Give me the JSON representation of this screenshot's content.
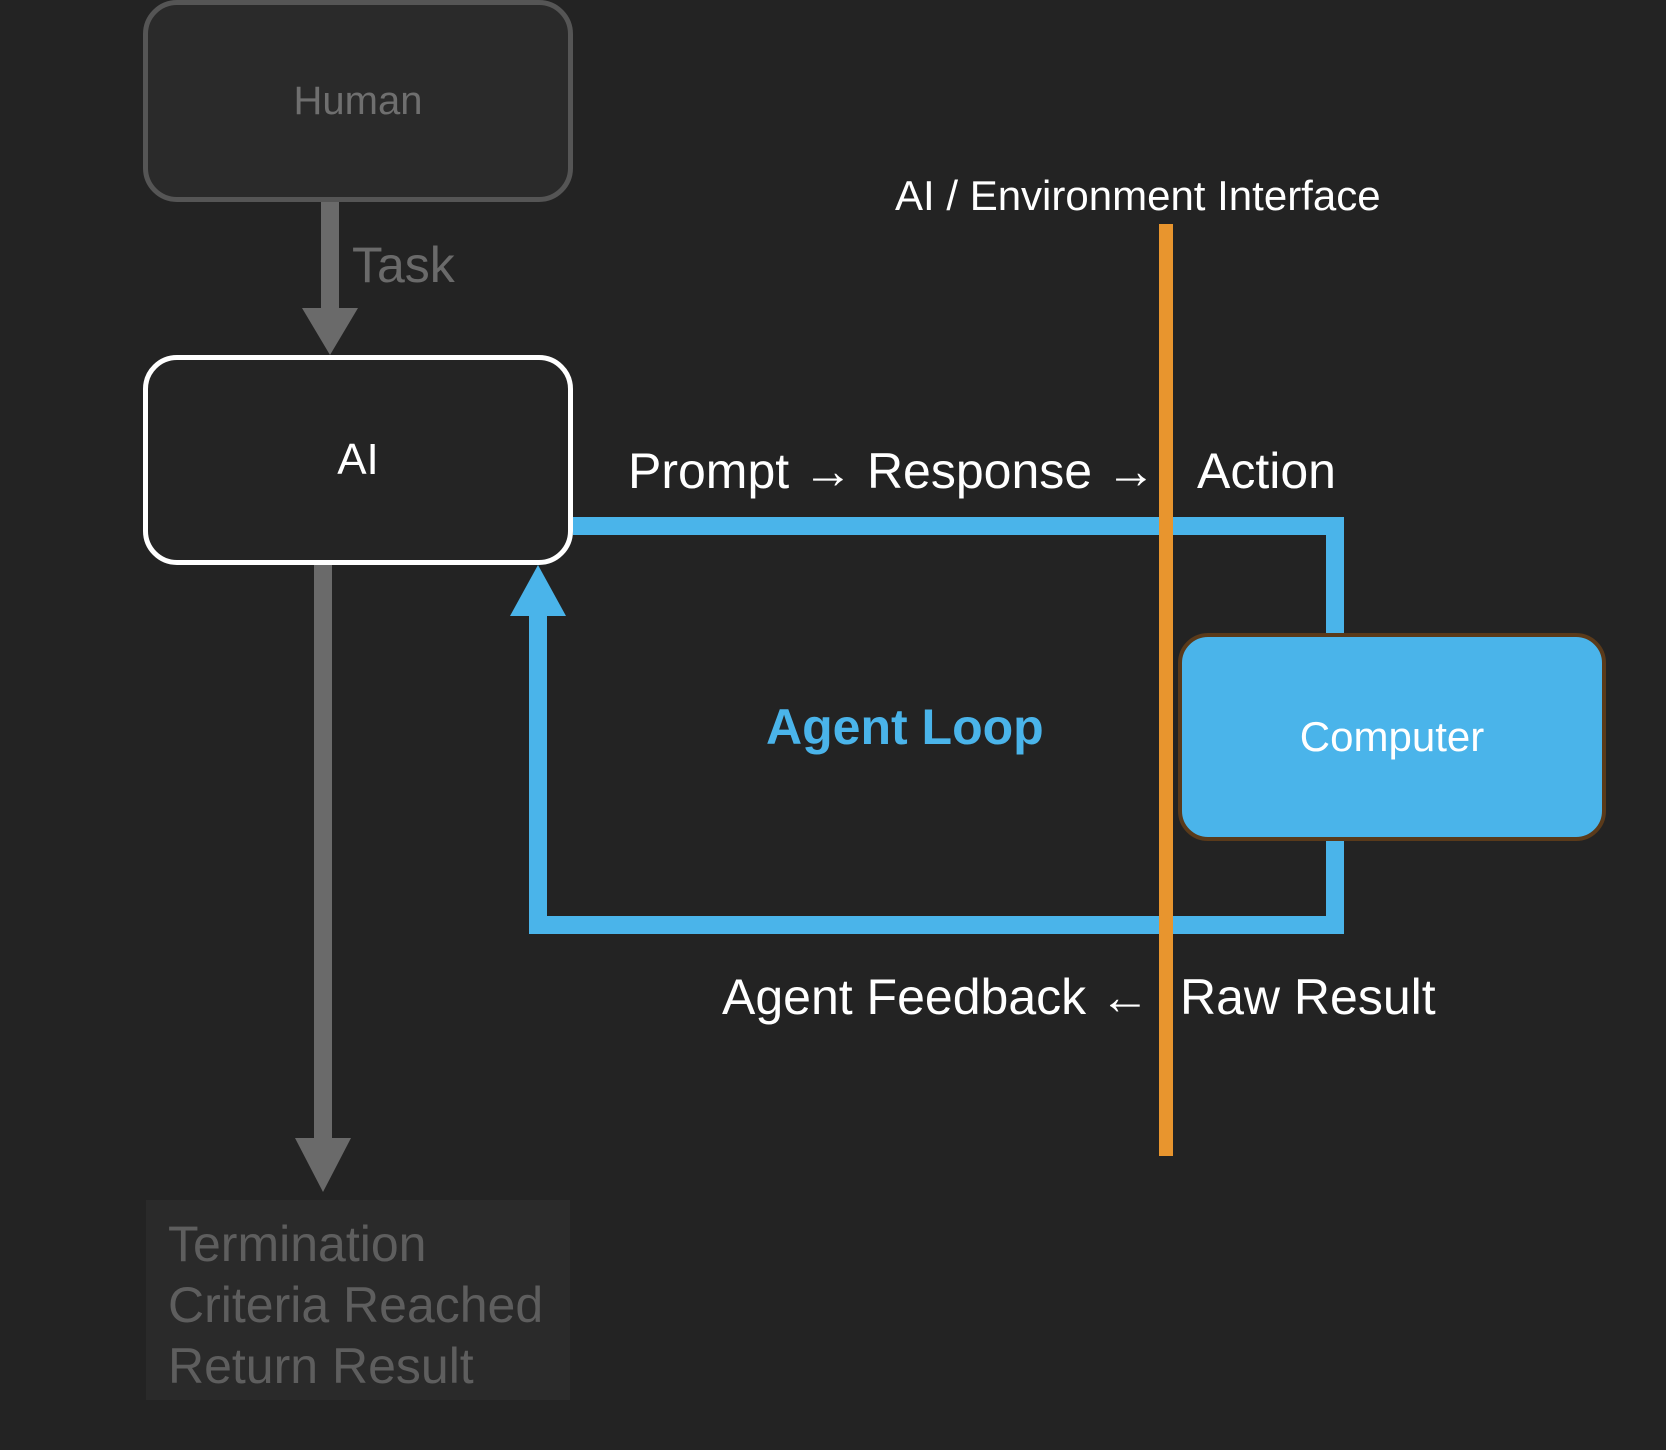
{
  "diagram": {
    "nodes": {
      "human": "Human",
      "ai": "AI",
      "computer": "Computer"
    },
    "termination": [
      "Termination",
      "Criteria Reached",
      "Return Result"
    ],
    "labels": {
      "task": "Task",
      "interface": "AI / Environment Interface",
      "prompt_response": "Prompt → Response →",
      "action": "Action",
      "agent_loop": "Agent Loop",
      "agent_feedback": "Agent Feedback ←",
      "raw_result": "Raw Result"
    },
    "colors": {
      "background": "#232323",
      "loop_blue": "#4ab4ea",
      "interface_orange": "#e8952e",
      "muted_gray": "#6a6a6a",
      "white": "#ffffff"
    }
  }
}
